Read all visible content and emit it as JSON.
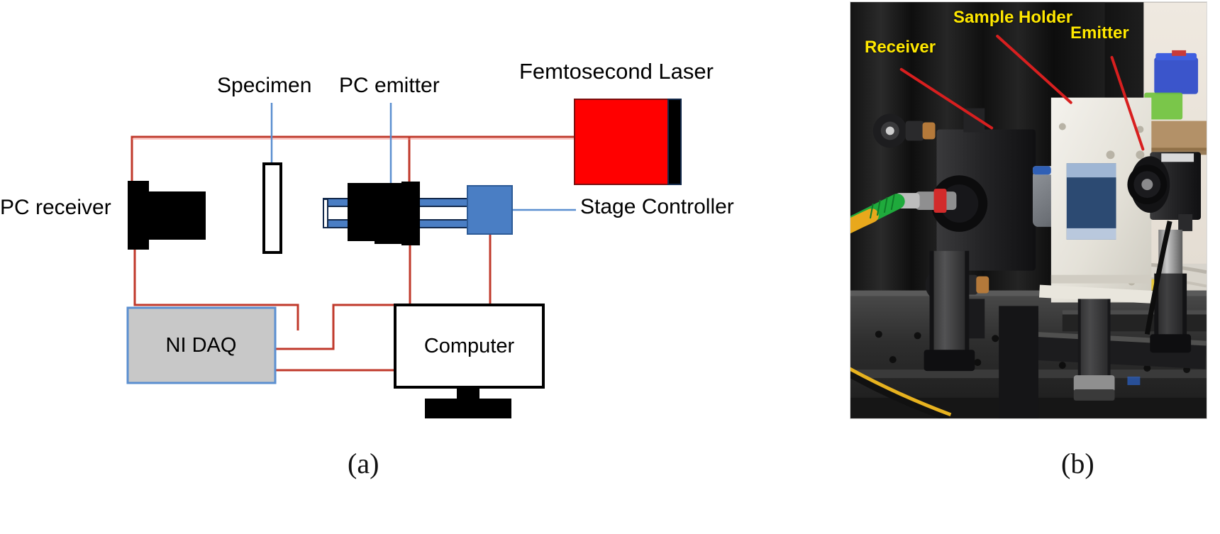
{
  "figure": {
    "panels": [
      {
        "id": "a",
        "caption": "(a)",
        "type": "schematic"
      },
      {
        "id": "b",
        "caption": "(b)",
        "type": "photograph"
      }
    ]
  },
  "schematic": {
    "labels": {
      "pc_receiver": "PC receiver",
      "specimen": "Specimen",
      "pc_emitter": "PC emitter",
      "femtosecond_laser": "Femtosecond Laser",
      "stage_controller": "Stage Controller",
      "ni_daq": "NI DAQ",
      "computer": "Computer"
    },
    "components": [
      {
        "name": "pc-receiver",
        "shape": "detector-block",
        "fill": "#000000"
      },
      {
        "name": "specimen",
        "shape": "thin-rectangle",
        "fill": "#ffffff",
        "stroke": "#000000"
      },
      {
        "name": "pc-emitter",
        "shape": "detector-block-on-rail",
        "fill": "#000000"
      },
      {
        "name": "translation-stage-rail",
        "shape": "rail",
        "fill": "#4a7ec4"
      },
      {
        "name": "stage-controller",
        "shape": "square",
        "fill": "#4a7ec4"
      },
      {
        "name": "femtosecond-laser",
        "shape": "rectangle",
        "fill": "#ff0000"
      },
      {
        "name": "laser-output-stripe",
        "shape": "rectangle",
        "fill": "#000000"
      },
      {
        "name": "ni-daq",
        "shape": "rectangle",
        "fill": "#c8c8c8",
        "stroke": "#5b8fd0"
      },
      {
        "name": "computer-monitor",
        "shape": "rectangle",
        "fill": "#ffffff",
        "stroke": "#000000"
      },
      {
        "name": "computer-stand",
        "shape": "monitor-base",
        "fill": "#000000"
      }
    ],
    "wiring": {
      "signal_cable_color": "#c0392b",
      "optical_beam_color": "#ff4d4d",
      "control_line_color": "#4a7ec4",
      "pointer_line_color": "#5b8fd0"
    }
  },
  "photograph": {
    "annotation_color": "#ffe800",
    "leader_line_color": "#d81f1f",
    "annotations": [
      {
        "name": "receiver",
        "label": "Receiver"
      },
      {
        "name": "sample-holder",
        "label": "Sample Holder"
      },
      {
        "name": "emitter",
        "label": "Emitter"
      }
    ],
    "scene": {
      "backdrop": "black curtain",
      "optical_table": "black breadboard with mounting holes",
      "items": [
        "fiber-coupled photoconductive receiver module",
        "white 3D-printed sample holder plate",
        "fiber-coupled photoconductive emitter module",
        "green and yellow fiber patch cables",
        "anodized post holders and posts",
        "blue and green storage bins in background"
      ]
    }
  }
}
